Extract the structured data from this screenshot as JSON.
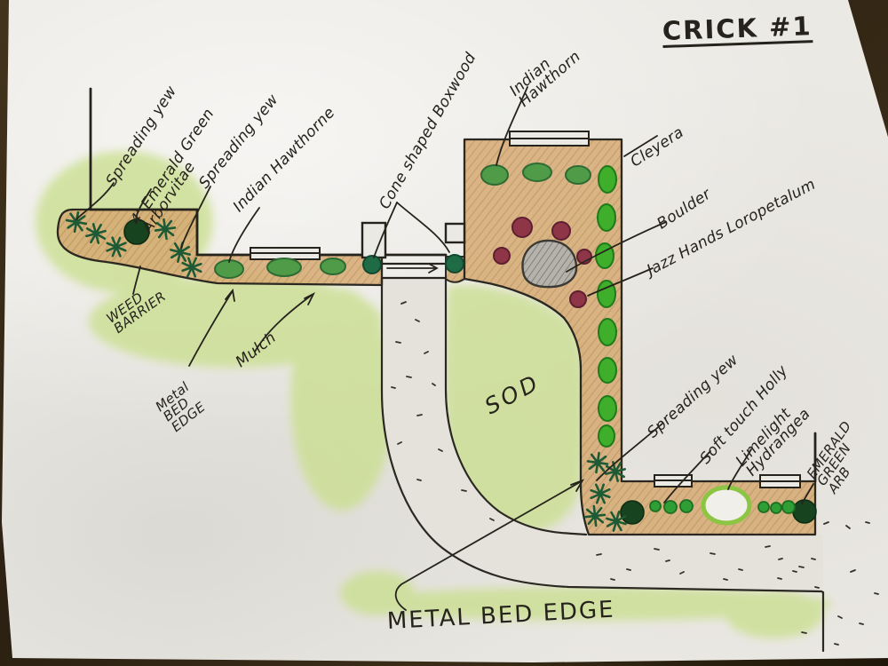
{
  "title": "CRICK #1",
  "annotations": {
    "spreading_yew_top": "Spreading yew",
    "emerald_green_arborvitae": "4' Emerald Green\nArborvitae",
    "spreading_yew_mid": "Spreading yew",
    "indian_hawthorne_left": "Indian Hawthorne",
    "cone_shaped_boxwood": "Cone shaped Boxwood",
    "indian_hawthorn_right": "Indian\nHawthorn",
    "cleyera": "Cleyera",
    "boulder": "Boulder",
    "jazz_hands_loropetalum": "Jazz Hands Loropetalum",
    "weed_barrier": "WEED\nBARRIER",
    "metal_bed_edge_side": "Metal\nBED\nEDGE",
    "mulch": "Mulch",
    "sod": "SOD",
    "spreading_yew_bottom": "Spreading yew",
    "soft_touch_holly": "Soft touch Holly",
    "limelight_hydrangea": "Limelight Hydrangea",
    "emerald_green_arb": "EMERALD\nGREEN\nARB",
    "metal_bed_edge_bottom": "METAL BED EDGE"
  },
  "colors": {
    "ink": "#29261f",
    "mulch_bed": "#d6aa72",
    "sod_green": "#cde194",
    "shrub_green": "#4f9b48",
    "cleyera_green": "#3fae2a",
    "dark_evergreen": "#17431f",
    "loropetalum_maroon": "#8e3548",
    "boulder_gray": "#b5b2ac",
    "hydrangea_green": "#8cc544",
    "paper": "#ebe9e4",
    "table_background": "#2c2112"
  },
  "elements": {
    "icons": [
      "spreading-yew-icon",
      "arborvitae-icon",
      "indian-hawthorne-icon",
      "boxwood-icon",
      "cleyera-icon",
      "loropetalum-icon",
      "boulder-icon",
      "holly-icon",
      "hydrangea-icon"
    ],
    "structures": [
      "house-wall",
      "window",
      "door-stoop",
      "steps",
      "walkway",
      "planting-bed",
      "sod-area"
    ]
  }
}
